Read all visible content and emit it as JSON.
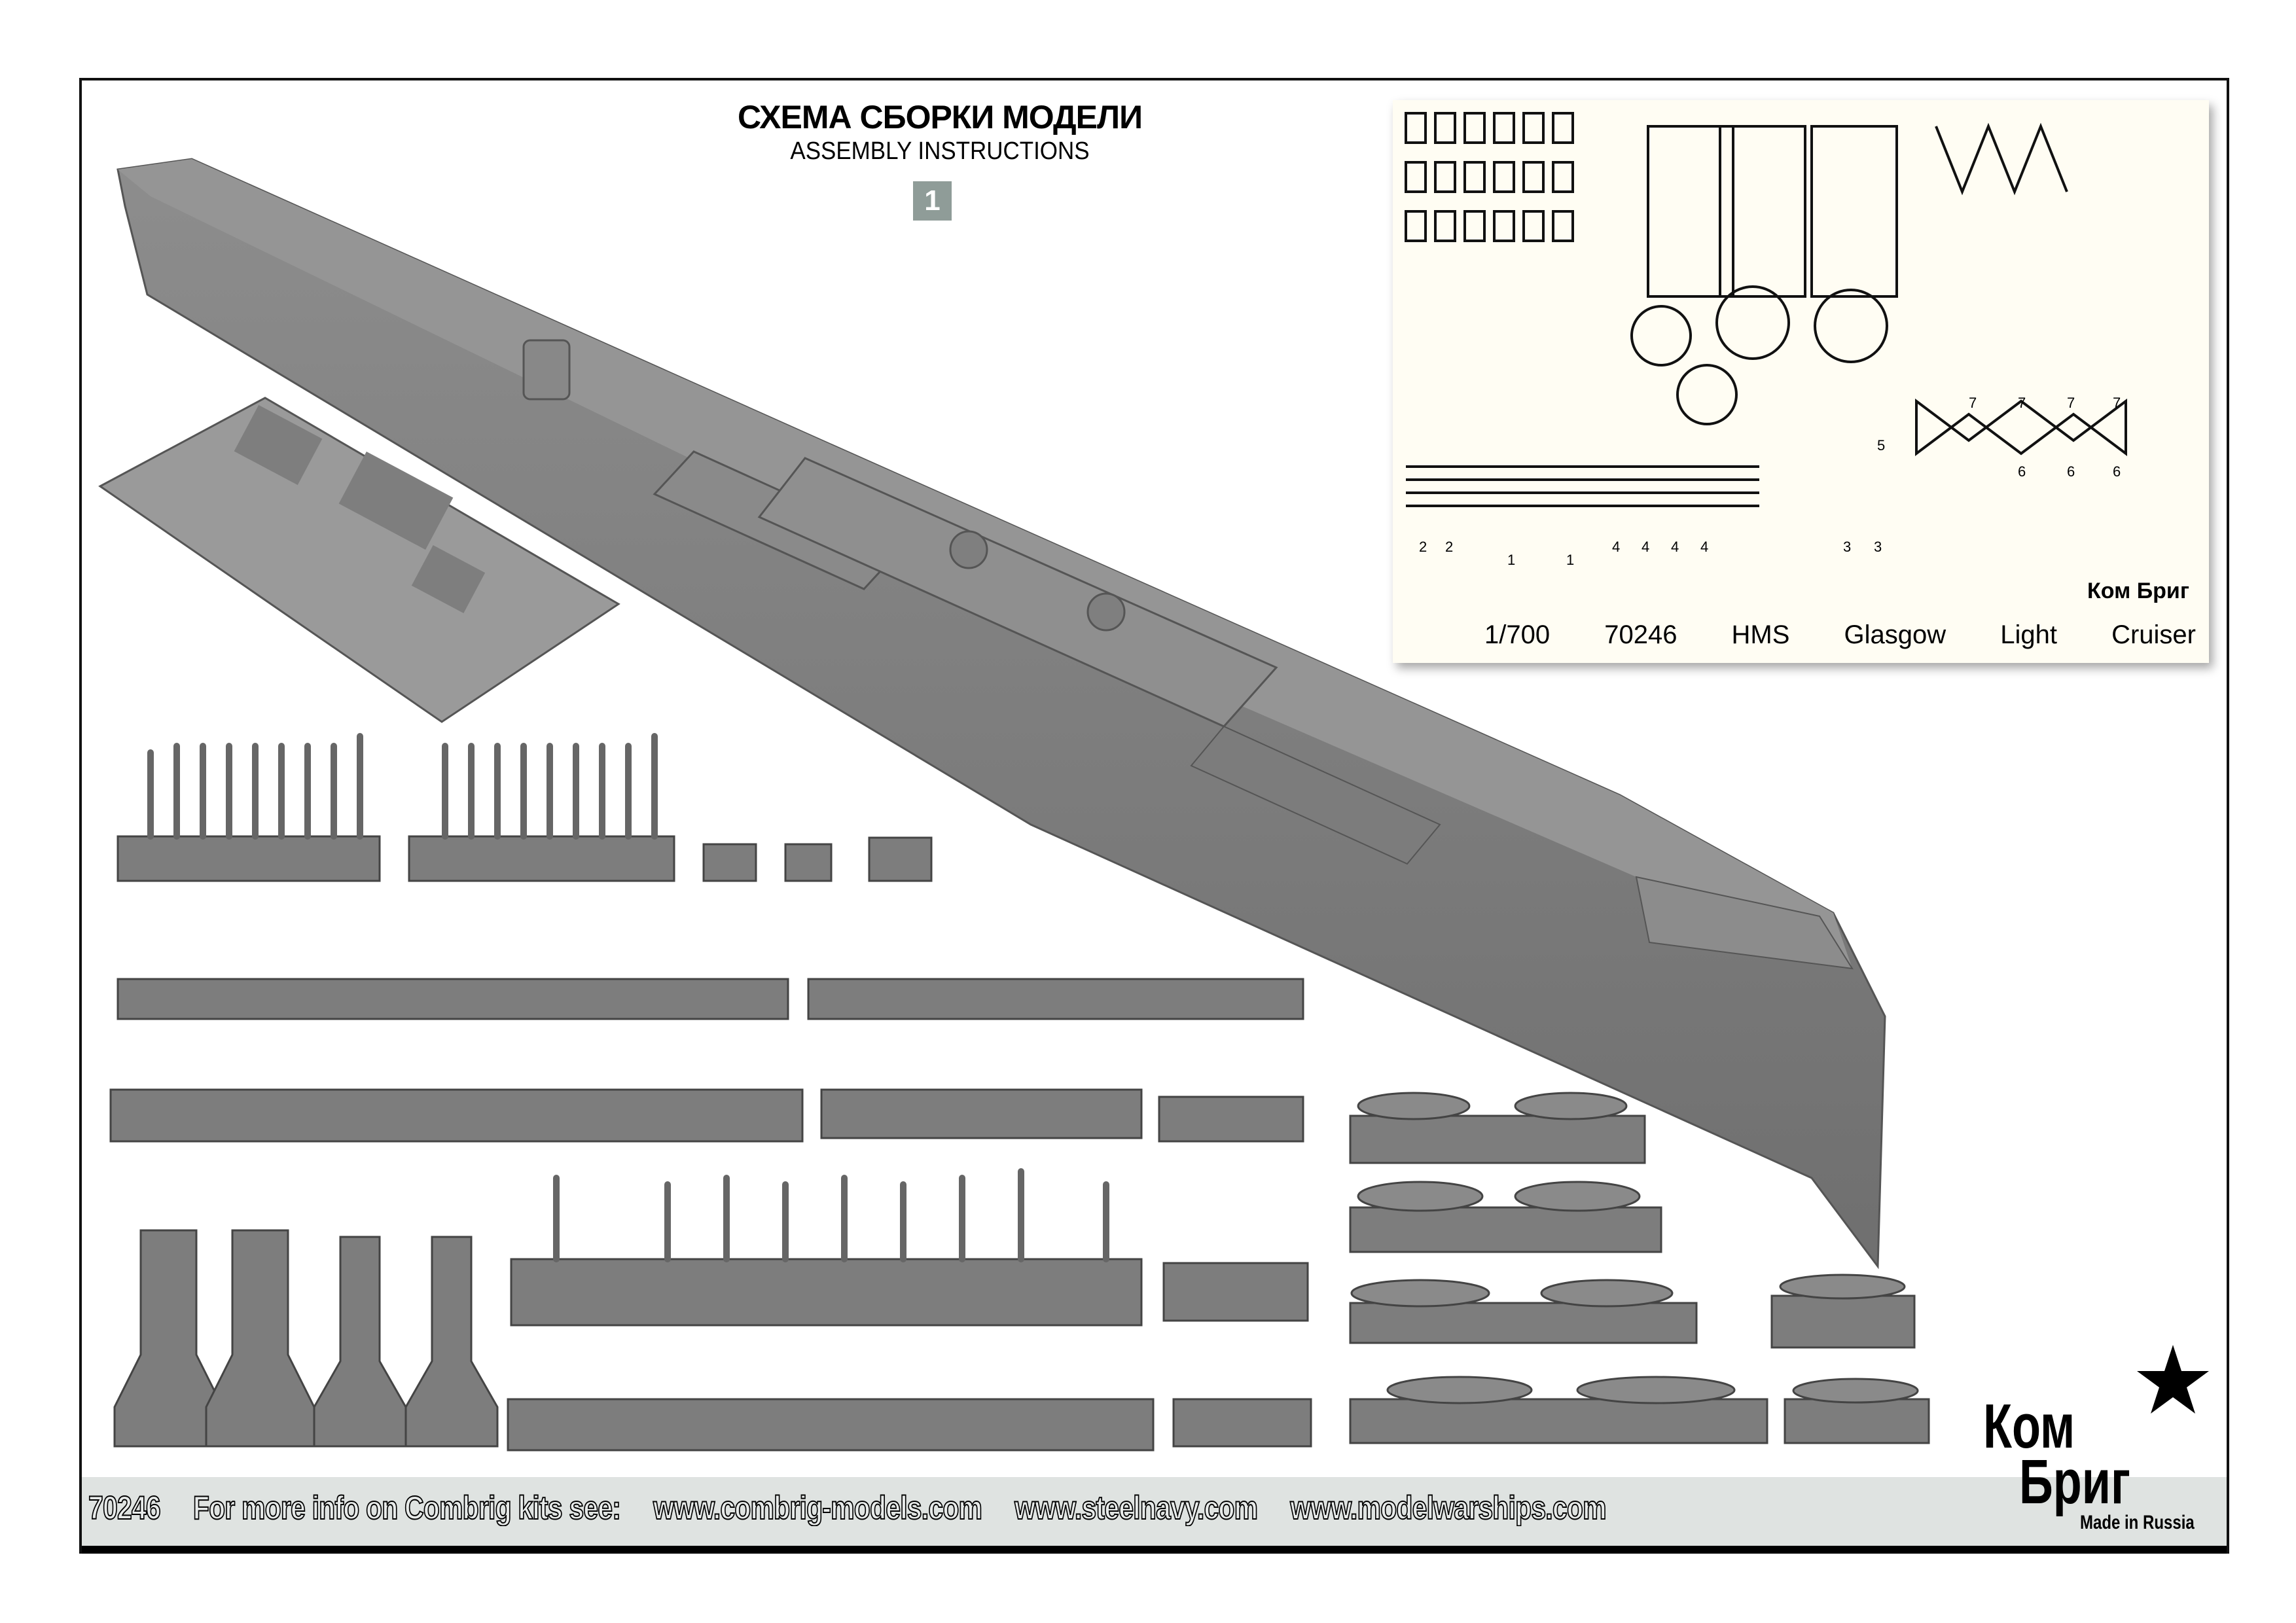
{
  "header": {
    "title_ru": "СХЕМА СБОРКИ МОДЕЛИ",
    "title_en": "ASSEMBLY INSTRUCTIONS",
    "step_number": "1"
  },
  "pe_sheet": {
    "caption": [
      "1/700",
      "70246",
      "HMS",
      "Glasgow",
      "Light",
      "Cruiser"
    ],
    "part_numbers": [
      "2",
      "2",
      "1",
      "1",
      "4",
      "4",
      "4",
      "4",
      "3",
      "3",
      "5",
      "7",
      "7",
      "7",
      "7",
      "6",
      "6",
      "6"
    ],
    "logo_text": "Ком Бриг",
    "background": "#fffdf3"
  },
  "footer": {
    "kit_number": "70246",
    "info_text": "For more info on Combrig kits see:",
    "links": [
      "www.combrig-models.com",
      "www.steelnavy.com",
      "www.modelwarships.com"
    ],
    "band_color": "#dfe3e1"
  },
  "logo": {
    "line1": "Ком",
    "line2": "Бриг",
    "tagline": "Made in Russia"
  },
  "colors": {
    "resin": "#7d7d7d",
    "resin_light": "#9a9a9a",
    "badge": "#8f9c98"
  }
}
